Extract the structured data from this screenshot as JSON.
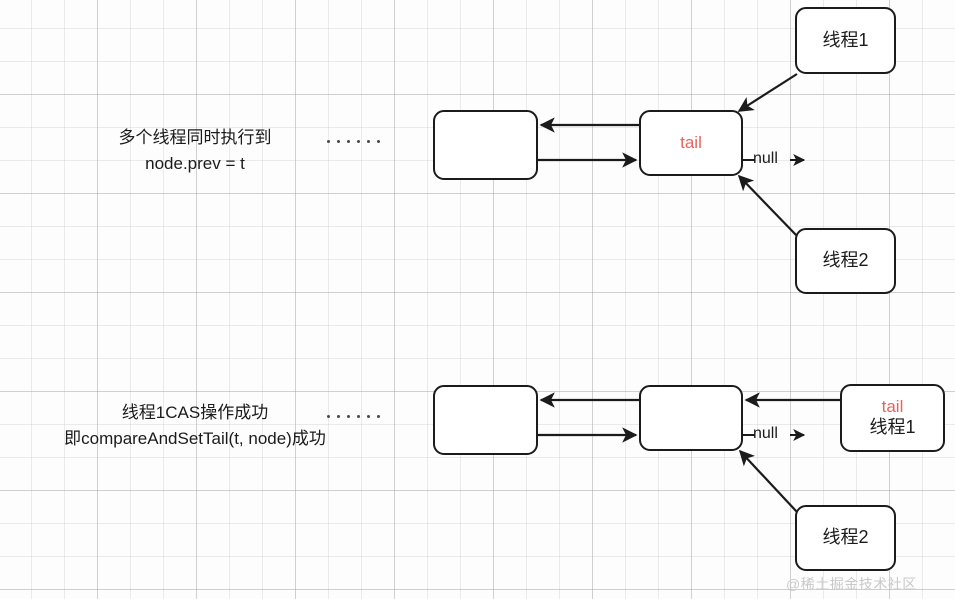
{
  "diagram": {
    "title": "AQS enqueue CAS tail diagram",
    "watermark": "@稀土掘金技术社区",
    "colors": {
      "tail_red": "#e8635f",
      "stroke": "#1b1b1b",
      "grid_minor": "#d2d2d2",
      "grid_major": "#a0a0a0"
    },
    "sections": [
      {
        "id": "section-1",
        "caption_lines": [
          "多个线程同时执行到",
          "node.prev = t"
        ],
        "ellipsis": "......",
        "nodes": [
          {
            "id": "node-left",
            "labels": []
          },
          {
            "id": "node-tail",
            "labels": [
              "tail"
            ]
          },
          {
            "id": "thread-1",
            "labels": [
              "线程1"
            ]
          },
          {
            "id": "thread-2",
            "labels": [
              "线程2"
            ]
          }
        ],
        "edge_labels": [
          "null"
        ]
      },
      {
        "id": "section-2",
        "caption_lines": [
          "线程1CAS操作成功",
          "即compareAndSetTail(t, node)成功"
        ],
        "ellipsis": "......",
        "nodes": [
          {
            "id": "node-left",
            "labels": []
          },
          {
            "id": "node-middle",
            "labels": []
          },
          {
            "id": "tail-thread-1",
            "labels": [
              "tail",
              "线程1"
            ]
          },
          {
            "id": "thread-2",
            "labels": [
              "线程2"
            ]
          }
        ],
        "edge_labels": [
          "null"
        ]
      }
    ],
    "labels": {
      "s1_caption_1": "多个线程同时执行到",
      "s1_caption_2": "node.prev = t",
      "s1_tail": "tail",
      "s1_thread1": "线程1",
      "s1_thread2": "线程2",
      "s1_null": "null",
      "s2_caption_1": "线程1CAS操作成功",
      "s2_caption_2": "即compareAndSetTail(t, node)成功",
      "s2_tail": "tail",
      "s2_thread1": "线程1",
      "s2_thread2": "线程2",
      "s2_null": "null"
    }
  }
}
